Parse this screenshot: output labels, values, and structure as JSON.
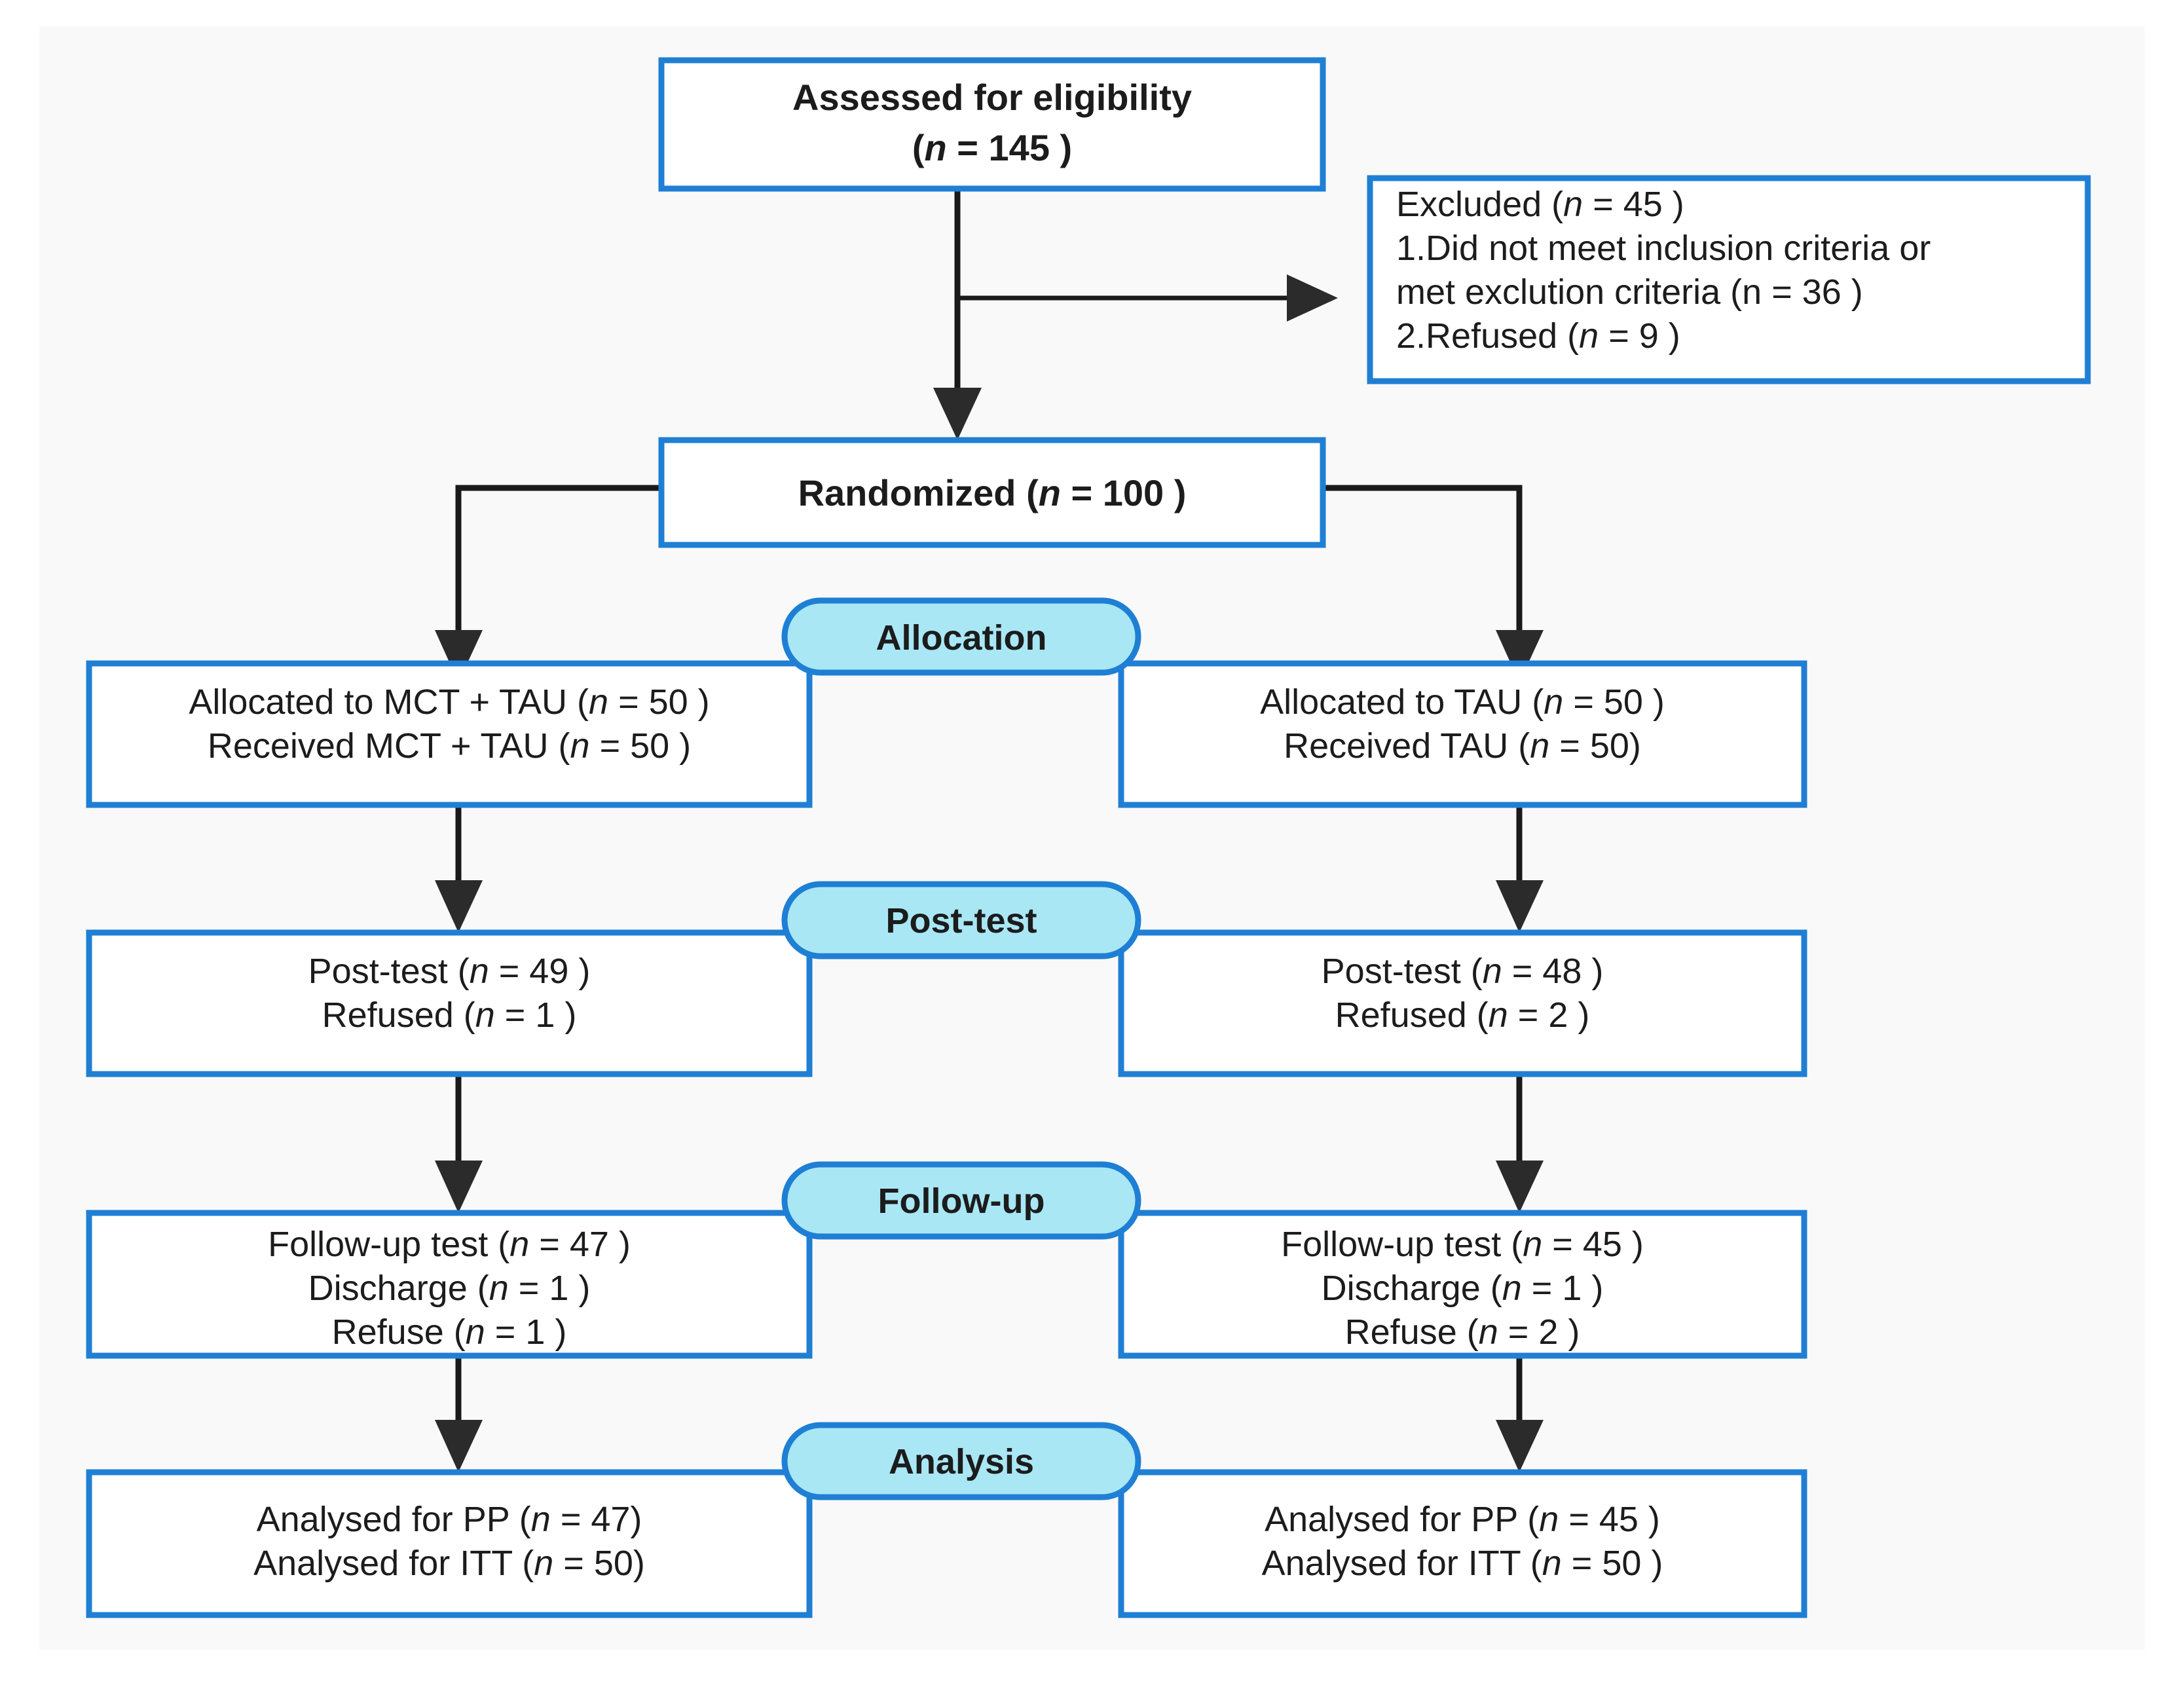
{
  "diagram": {
    "type": "consort-flow-diagram",
    "title": "CONSORT participant flow diagram",
    "colors": {
      "box_border": "#1f7fd4",
      "box_fill": "#ffffff",
      "stage_pill_fill": "#a9e7f5",
      "connector": "#1a1a1a",
      "background": "#f9f9f9"
    }
  },
  "enrollment": {
    "assessed": {
      "line1": "Assessed for eligibility",
      "line2_pre": "(",
      "line2_n": "n",
      "line2_post": " = 145 )"
    },
    "excluded": {
      "line1_pre": "Excluded  (",
      "line1_n": "n",
      "line1_post": " =  45 )",
      "line2": "1.Did not meet inclusion criteria or",
      "line3": "met exclution criteria  (n =  36 )",
      "line4_pre": "2.Refused  (",
      "line4_n": "n",
      "line4_post": " =  9 )"
    },
    "randomized": {
      "pre": "Randomized (",
      "n": "n",
      "post": " = 100 )"
    }
  },
  "stages": [
    {
      "key": "allocation",
      "label": "Allocation"
    },
    {
      "key": "post_test",
      "label": "Post-test"
    },
    {
      "key": "follow_up",
      "label": "Follow-up"
    },
    {
      "key": "analysis",
      "label": "Analysis"
    }
  ],
  "arms": {
    "left": {
      "name": "MCT + TAU",
      "allocation": [
        {
          "pre": "Allocated to MCT + TAU (",
          "n": "n",
          "post": " =  50 )"
        },
        {
          "pre": "Received MCT + TAU (",
          "n": "n",
          "post": " =  50 )"
        }
      ],
      "post_test": [
        {
          "pre": "Post-test  (",
          "n": "n",
          "post": " = 49 )"
        },
        {
          "pre": "Refused  (",
          "n": "n",
          "post": " = 1 )"
        }
      ],
      "follow_up": [
        {
          "pre": "Follow-up test  (",
          "n": "n",
          "post": " = 47 )"
        },
        {
          "pre": "Discharge  (",
          "n": "n",
          "post": " = 1 )"
        },
        {
          "pre": "Refuse  (",
          "n": "n",
          "post": " = 1 )"
        }
      ],
      "analysis": [
        {
          "pre": "Analysed for PP (",
          "n": "n",
          "post": " = 47)"
        },
        {
          "pre": "Analysed for ITT (",
          "n": "n",
          "post": " = 50)"
        }
      ]
    },
    "right": {
      "name": "TAU",
      "allocation": [
        {
          "pre": "Allocated to TAU (",
          "n": "n",
          "post": " = 50 )"
        },
        {
          "pre": "Received TAU (",
          "n": "n",
          "post": " = 50)"
        }
      ],
      "post_test": [
        {
          "pre": "Post-test  (",
          "n": "n",
          "post": " = 48 )"
        },
        {
          "pre": "Refused  (",
          "n": "n",
          "post": " = 2 )"
        }
      ],
      "follow_up": [
        {
          "pre": "Follow-up test  (",
          "n": "n",
          "post": " = 45 )"
        },
        {
          "pre": "Discharge  (",
          "n": "n",
          "post": " = 1 )"
        },
        {
          "pre": "Refuse  (",
          "n": "n",
          "post": " = 2 )"
        }
      ],
      "analysis": [
        {
          "pre": "Analysed for PP (",
          "n": "n",
          "post": " = 45 )"
        },
        {
          "pre": "Analysed for ITT (",
          "n": "n",
          "post": " =  50 )"
        }
      ]
    }
  },
  "chart_data": {
    "type": "flowchart",
    "assessed_for_eligibility": 145,
    "excluded_total": 45,
    "excluded_not_meeting_criteria": 36,
    "excluded_refused": 9,
    "randomized": 100,
    "series": [
      {
        "name": "MCT + TAU",
        "allocated": 50,
        "received": 50,
        "post_test": 49,
        "post_test_refused": 1,
        "follow_up": 47,
        "follow_up_discharge": 1,
        "follow_up_refuse": 1,
        "analysed_pp": 47,
        "analysed_itt": 50
      },
      {
        "name": "TAU",
        "allocated": 50,
        "received": 50,
        "post_test": 48,
        "post_test_refused": 2,
        "follow_up": 45,
        "follow_up_discharge": 1,
        "follow_up_refuse": 2,
        "analysed_pp": 45,
        "analysed_itt": 50
      }
    ]
  }
}
